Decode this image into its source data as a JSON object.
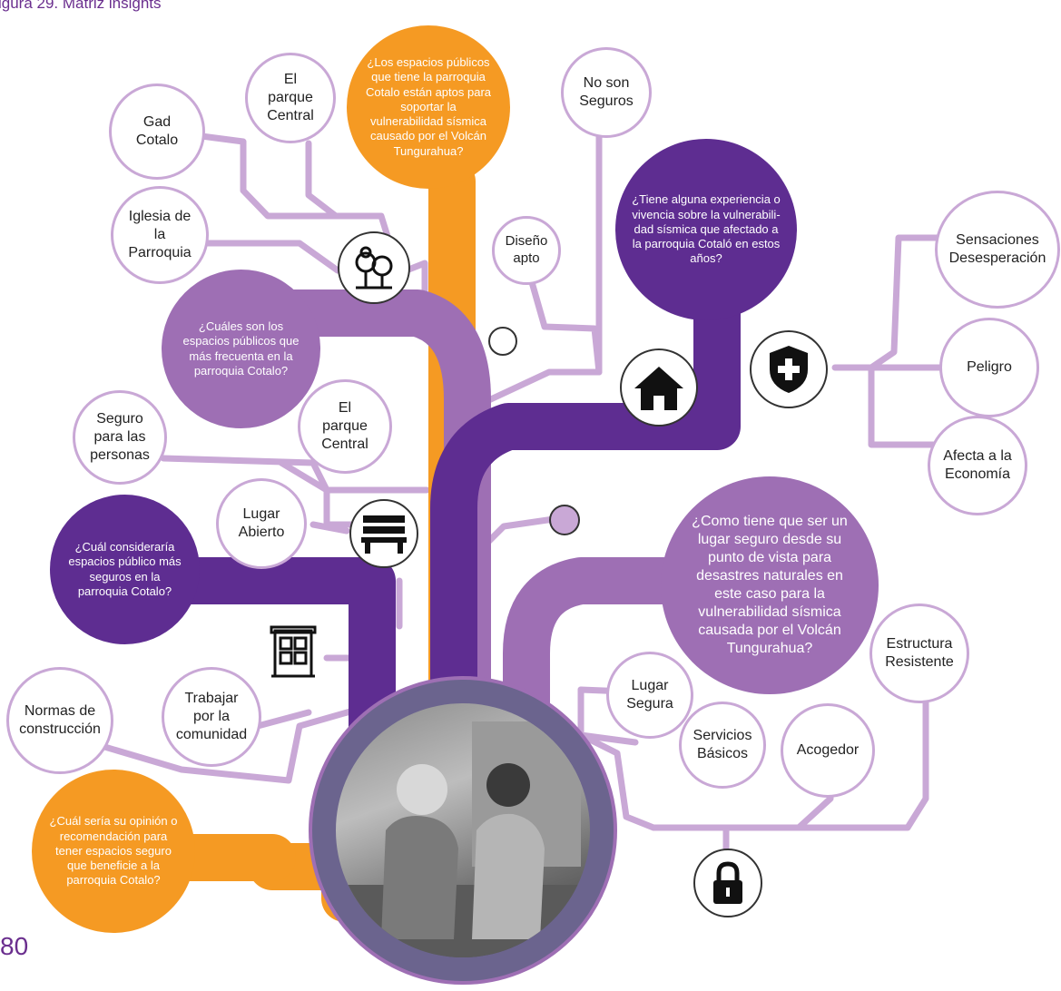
{
  "figure_caption": "igura 29. Matriz insights",
  "page_number": "80",
  "questions": {
    "q1": "¿Los espacios públicos que tiene la parroquia Cotalo están aptos para soportar la vulnerabilidad sísmica causado por el Volcán Tungurahua?",
    "q2": "¿Tiene alguna experiencia o vivencia sobre la vulnerabili-dad sísmica que afectado a la parroquia Cotaló en estos años?",
    "q3": "¿Cuáles son los espacios públicos que más frecuenta en la parroquia Cotalo?",
    "q4": "¿Cuál consideraría espacios público más seguros en la parroquia Cotalo?",
    "q5": "¿Como tiene que ser un lugar seguro desde su punto de vista para desastres naturales en este caso para la vulnerabilidad sísmica causada por el Volcán Tungurahua?",
    "q6": "¿Cuál sería su opinión o recomendación para tener espacios seguro que beneficie a la parroquia Cotalo?"
  },
  "answers": {
    "gad_cotalo": "Gad\nCotalo",
    "parque_central_top": "El\nparque\nCentral",
    "iglesia": "Iglesia de\nla\nParroquia",
    "no_son_seguros": "No son\nSeguros",
    "diseno_apto": "Diseño\napto",
    "sensaciones": "Sensaciones\nDesesperación",
    "peligro": "Peligro",
    "afecta_economia": "Afecta a la\nEconomía",
    "seguro_personas": "Seguro\npara las\npersonas",
    "parque_central_mid": "El\nparque\nCentral",
    "lugar_abierto": "Lugar\nAbierto",
    "estructura_resistente": "Estructura\nResistente",
    "lugar_segura": "Lugar\nSegura",
    "servicios_basicos": "Servicios\nBásicos",
    "acogedor": "Acogedor",
    "normas_construccion": "Normas de\nconstrucción",
    "trabajar_comunidad": "Trabajar\npor la\ncomunidad"
  },
  "icons": [
    "trees-icon",
    "house-icon",
    "shield-plus-icon",
    "bench-icon",
    "building-icon",
    "padlock-icon"
  ],
  "colors": {
    "orange": "#f59a23",
    "dark_purple": "#5e2d91",
    "light_purple": "#9e6fb4",
    "branch_lilac": "#c9a8d6",
    "photo_ring": "#6b648e"
  }
}
